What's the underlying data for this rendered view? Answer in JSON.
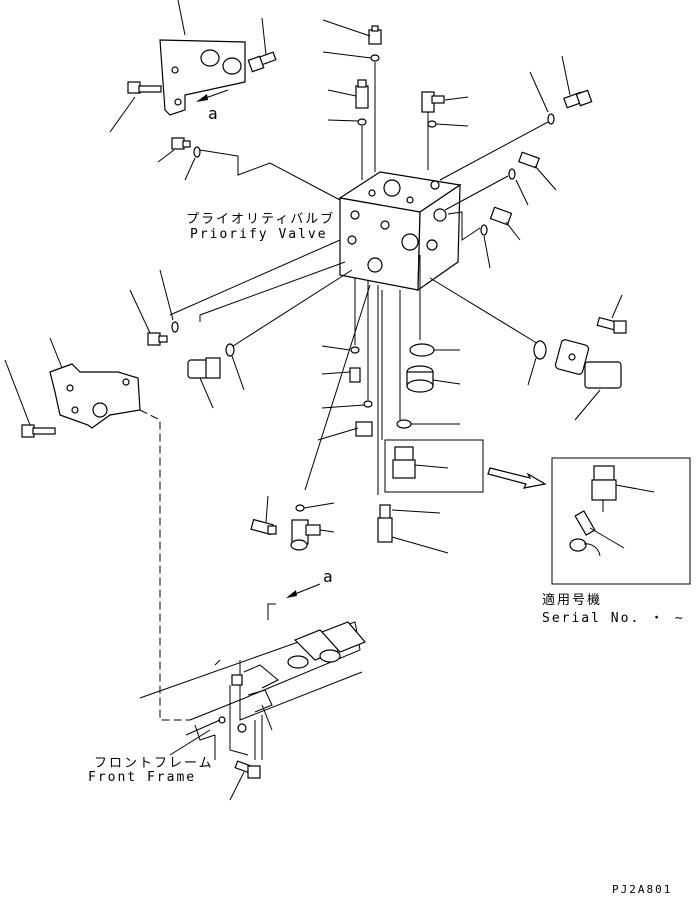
{
  "labels": {
    "priority_valve_jp": "プライオリティバルブ",
    "priority_valve_en": "Priorify Valve",
    "front_frame_jp": "フロントフレーム",
    "front_frame_en": "Front Frame",
    "serial_jp": "適用号機",
    "serial_en": "Serial No.  ・ ~",
    "view_a_top": "a",
    "view_a_bottom": "a",
    "drawing_code": "PJ2A801"
  }
}
